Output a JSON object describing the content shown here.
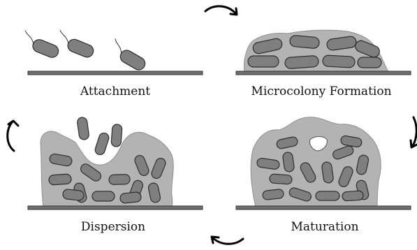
{
  "stages": {
    "attachment": "Attachment",
    "microcolony": "Microcolony Formation",
    "dispersion": "Dispersion",
    "maturation": "Maturation"
  },
  "colors": {
    "substrate": "#6f6f6f",
    "matrix": "#b3b3b3",
    "bacterium": "#7f7f7f",
    "outline": "#2e2e2e"
  }
}
